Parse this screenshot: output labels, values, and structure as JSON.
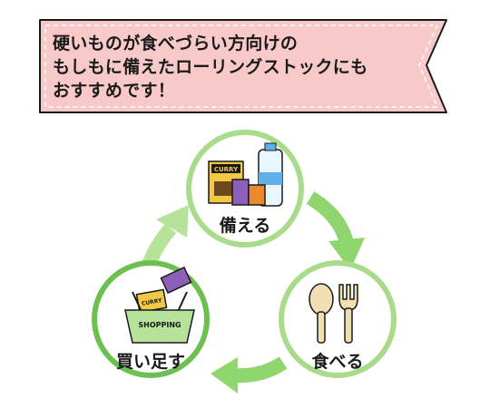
{
  "banner": {
    "lines": [
      "硬いものが食べづらい方向けの",
      "もしもに備えたローリングストックにも",
      "おすすめです！"
    ],
    "fill_color": "#f7c9c9",
    "border_color": "#1a1a1a",
    "stitch_color": "#ffffff"
  },
  "cycle": {
    "stages": [
      {
        "label": "備える",
        "icon": "stockpile-food-water-icon"
      },
      {
        "label": "食べる",
        "icon": "spoon-fork-icon"
      },
      {
        "label": "買い足す",
        "icon": "shopping-basket-icon"
      }
    ],
    "circle_border_color": "#a9dc8a",
    "arrow_color": "#8fd66f"
  }
}
